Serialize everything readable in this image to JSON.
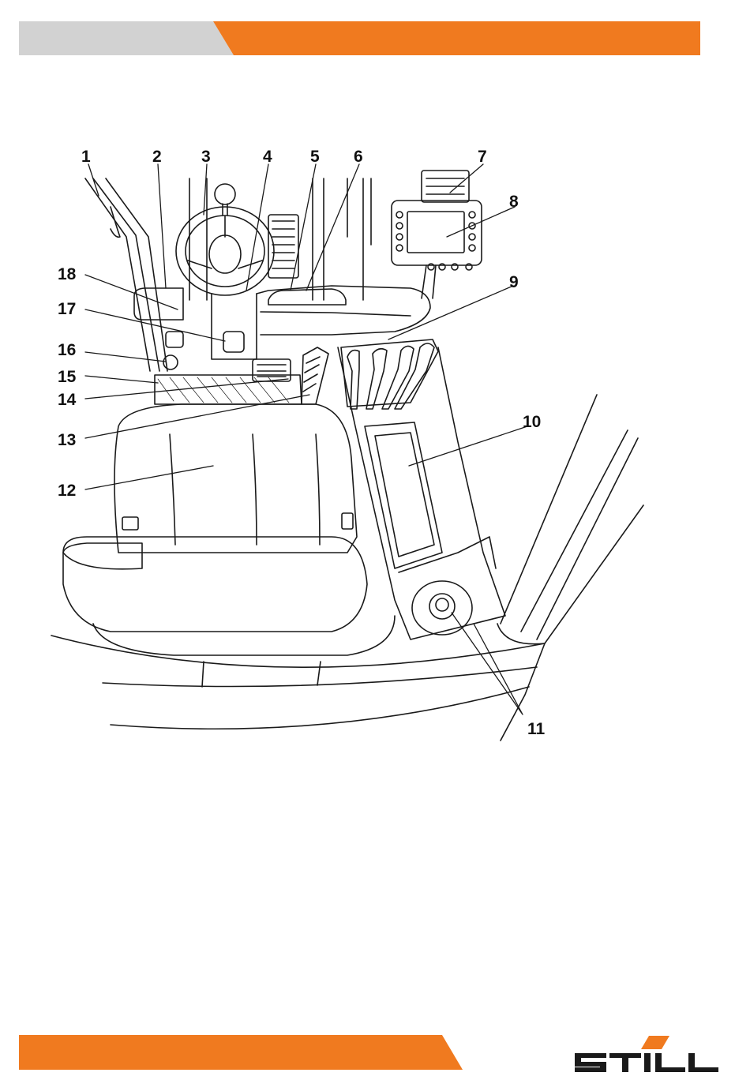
{
  "brand": {
    "orange": "#f07a1f",
    "grey": "#d2d2d2",
    "ink": "#1a1a1a"
  },
  "logo": {
    "text": "STILL"
  },
  "callouts": [
    "1",
    "2",
    "3",
    "4",
    "5",
    "6",
    "7",
    "8",
    "9",
    "10",
    "11",
    "12",
    "13",
    "14",
    "15",
    "16",
    "17",
    "18"
  ]
}
